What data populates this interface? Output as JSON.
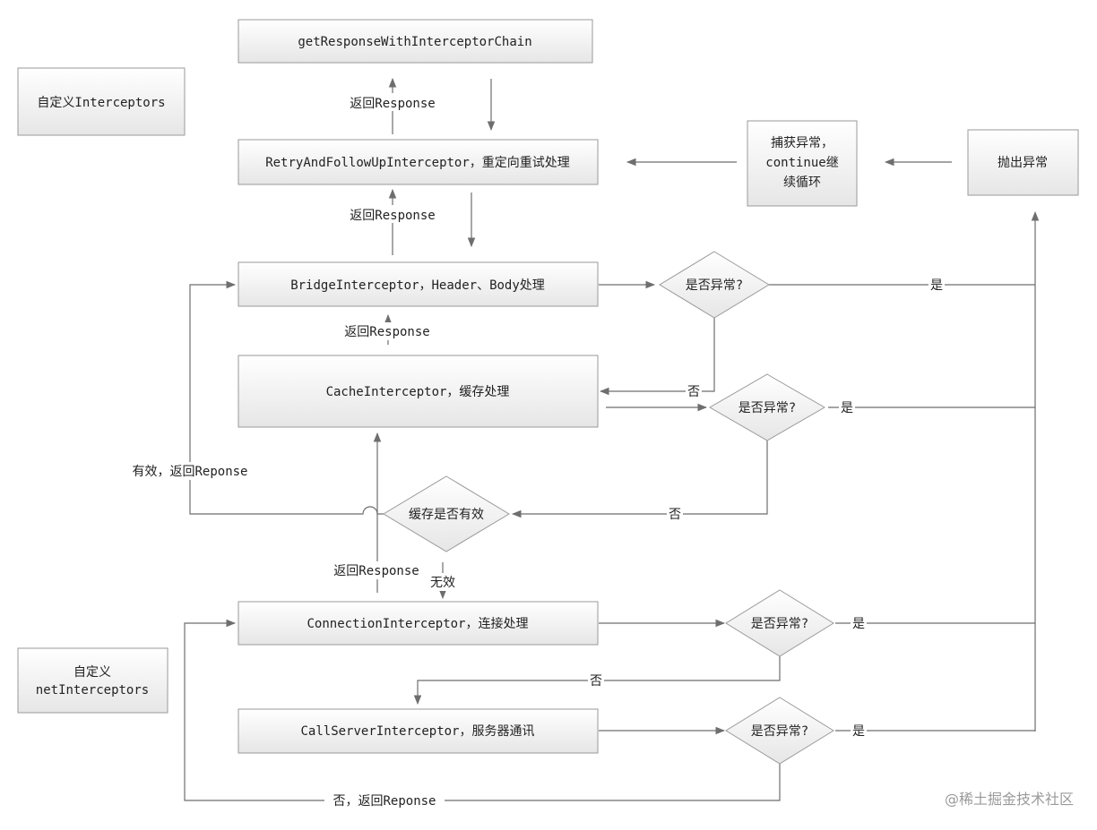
{
  "nodes": {
    "getresponse": "getResponseWithInterceptorChain",
    "custom_interceptors": "自定义Interceptors",
    "retry": "RetryAndFollowUpInterceptor，重定向重试处理",
    "catch_line1": "捕获异常，",
    "catch_line2": "continue继",
    "catch_line3": "续循环",
    "throw": "抛出异常",
    "bridge": "BridgeInterceptor，Header、Body处理",
    "cache": "CacheInterceptor，缓存处理",
    "cache_valid": "缓存是否有效",
    "connection": "ConnectionInterceptor，连接处理",
    "custom_net_line1": "自定义",
    "custom_net_line2": "netInterceptors",
    "callserver": "CallServerInterceptor，服务器通讯",
    "exc_q1": "是否异常?",
    "exc_q2": "是否异常?",
    "exc_q3": "是否异常?",
    "exc_q4": "是否异常?"
  },
  "labels": {
    "return_response_1": "返回Response",
    "return_response_2": "返回Response",
    "return_response_3": "返回Response",
    "return_response_4": "返回Response",
    "yes_1": "是",
    "yes_2": "是",
    "yes_3": "是",
    "yes_4": "是",
    "no_1": "否",
    "no_2": "否",
    "no_3": "否",
    "valid_return": "有效，返回Reponse",
    "invalid": "无效",
    "no_return": "否，返回Reponse"
  },
  "watermark": "@稀土掘金技术社区"
}
